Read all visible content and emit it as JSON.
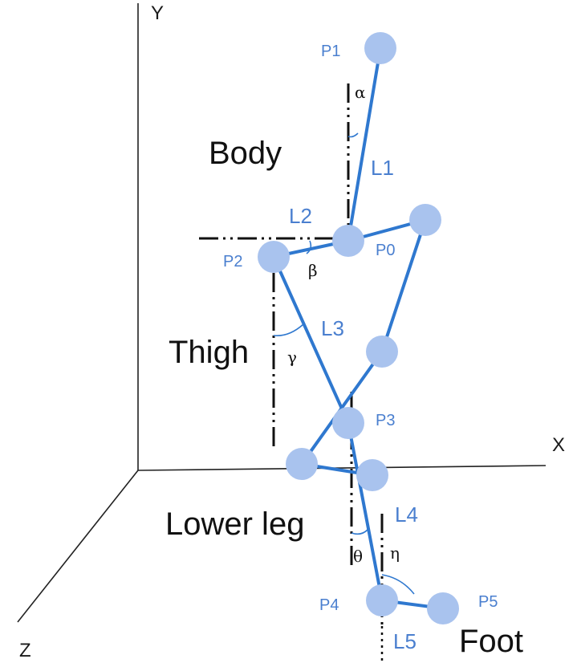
{
  "axes": {
    "y": "Y",
    "x": "X",
    "z": "Z"
  },
  "regions": {
    "body": "Body",
    "thigh": "Thigh",
    "lower_leg": "Lower leg",
    "foot": "Foot"
  },
  "segments": {
    "l1": "L1",
    "l2": "L2",
    "l3": "L3",
    "l4": "L4",
    "l5": "L5"
  },
  "points": {
    "p0": "P0",
    "p1": "P1",
    "p2": "P2",
    "p3": "P3",
    "p4": "P4",
    "p5": "P5"
  },
  "angles": {
    "alpha": "α",
    "beta": "β",
    "gamma": "γ",
    "theta": "θ",
    "eta": "η"
  },
  "colors": {
    "bone": "#2f78cf",
    "joint": "#a9c3ee",
    "label": "#4a7fcf",
    "text": "#111111"
  }
}
